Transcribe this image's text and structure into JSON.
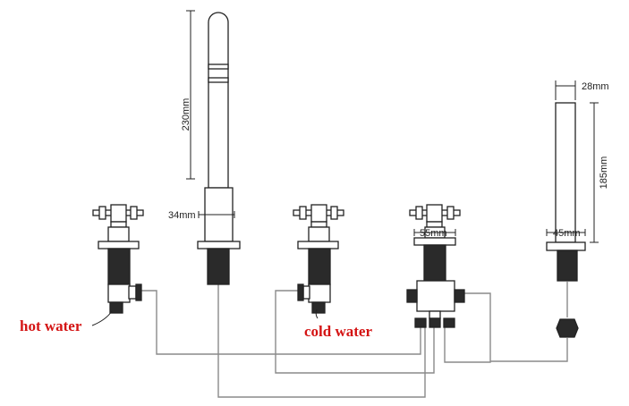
{
  "labels": {
    "hot_water": "hot water",
    "cold_water": "cold water"
  },
  "dimensions": {
    "spout_height": "230mm",
    "spout_diameter": "34mm",
    "mixer_body": "55mm",
    "handshower_width": "28mm",
    "handshower_height": "185mm",
    "handshower_base": "45mm"
  },
  "colors": {
    "callout_text": "#d41414",
    "outline": "#222222",
    "pipe": "#8a8a8a",
    "thread": "#2a2a2a"
  }
}
